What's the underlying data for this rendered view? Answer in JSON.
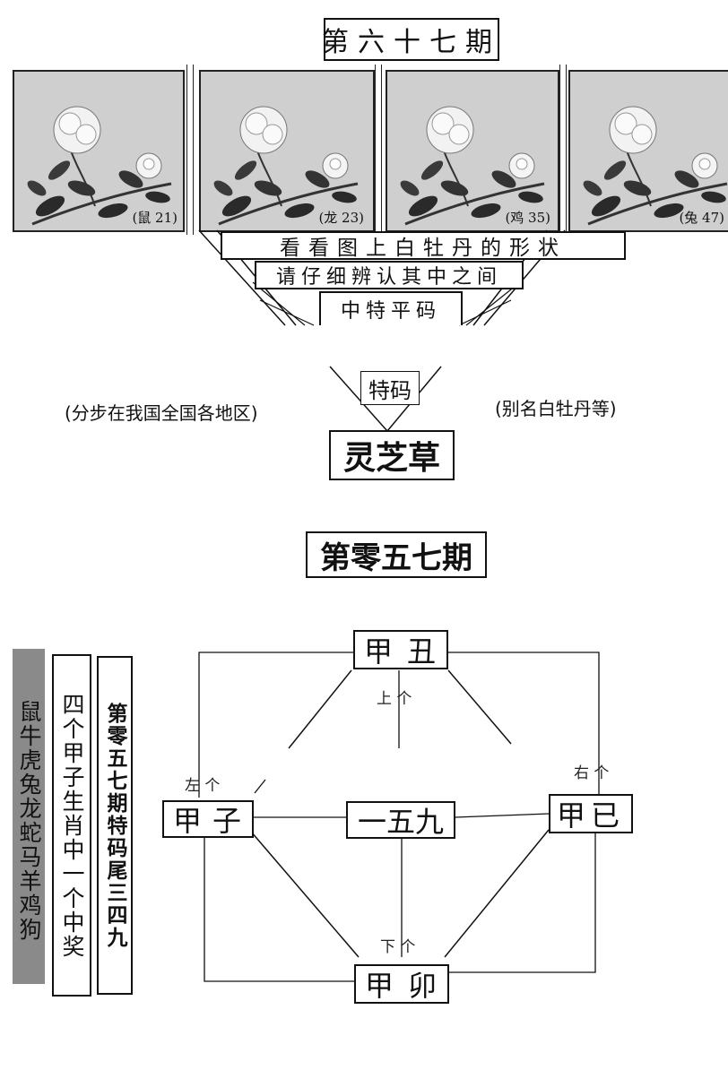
{
  "issue67": {
    "title": "第六十七期",
    "panels": [
      {
        "label": "(鼠 21)"
      },
      {
        "label": "(龙 23)"
      },
      {
        "label": "(鸡 35)"
      },
      {
        "label": "(兔 47)"
      }
    ],
    "line1": "看看图上白牡丹的形状",
    "line2": "请仔细辨认其中之间",
    "line3": "中特平码",
    "special_label": "特码",
    "left_note": "(分步在我国全国各地区)",
    "right_note": "(别名白牡丹等)",
    "answer": "灵芝草"
  },
  "issue057": {
    "title": "第零五七期",
    "zodiac_column": "鼠牛虎兔龙蛇马羊鸡狗",
    "hint_column": "四个甲子生肖中一个中奖",
    "tail_column": "第零五七期特码尾三四九",
    "diagram": {
      "top": "甲丑",
      "left": "甲子",
      "center": "一五九",
      "right": "甲已",
      "bottom": "甲卯",
      "label_up": "上 个",
      "label_left": "左 个",
      "label_right": "右 个",
      "label_down": "下 个"
    }
  },
  "colors": {
    "ink": "#111111",
    "panel_bg": "#cfcfcf",
    "zodiac_bg": "#8a8a8a"
  }
}
